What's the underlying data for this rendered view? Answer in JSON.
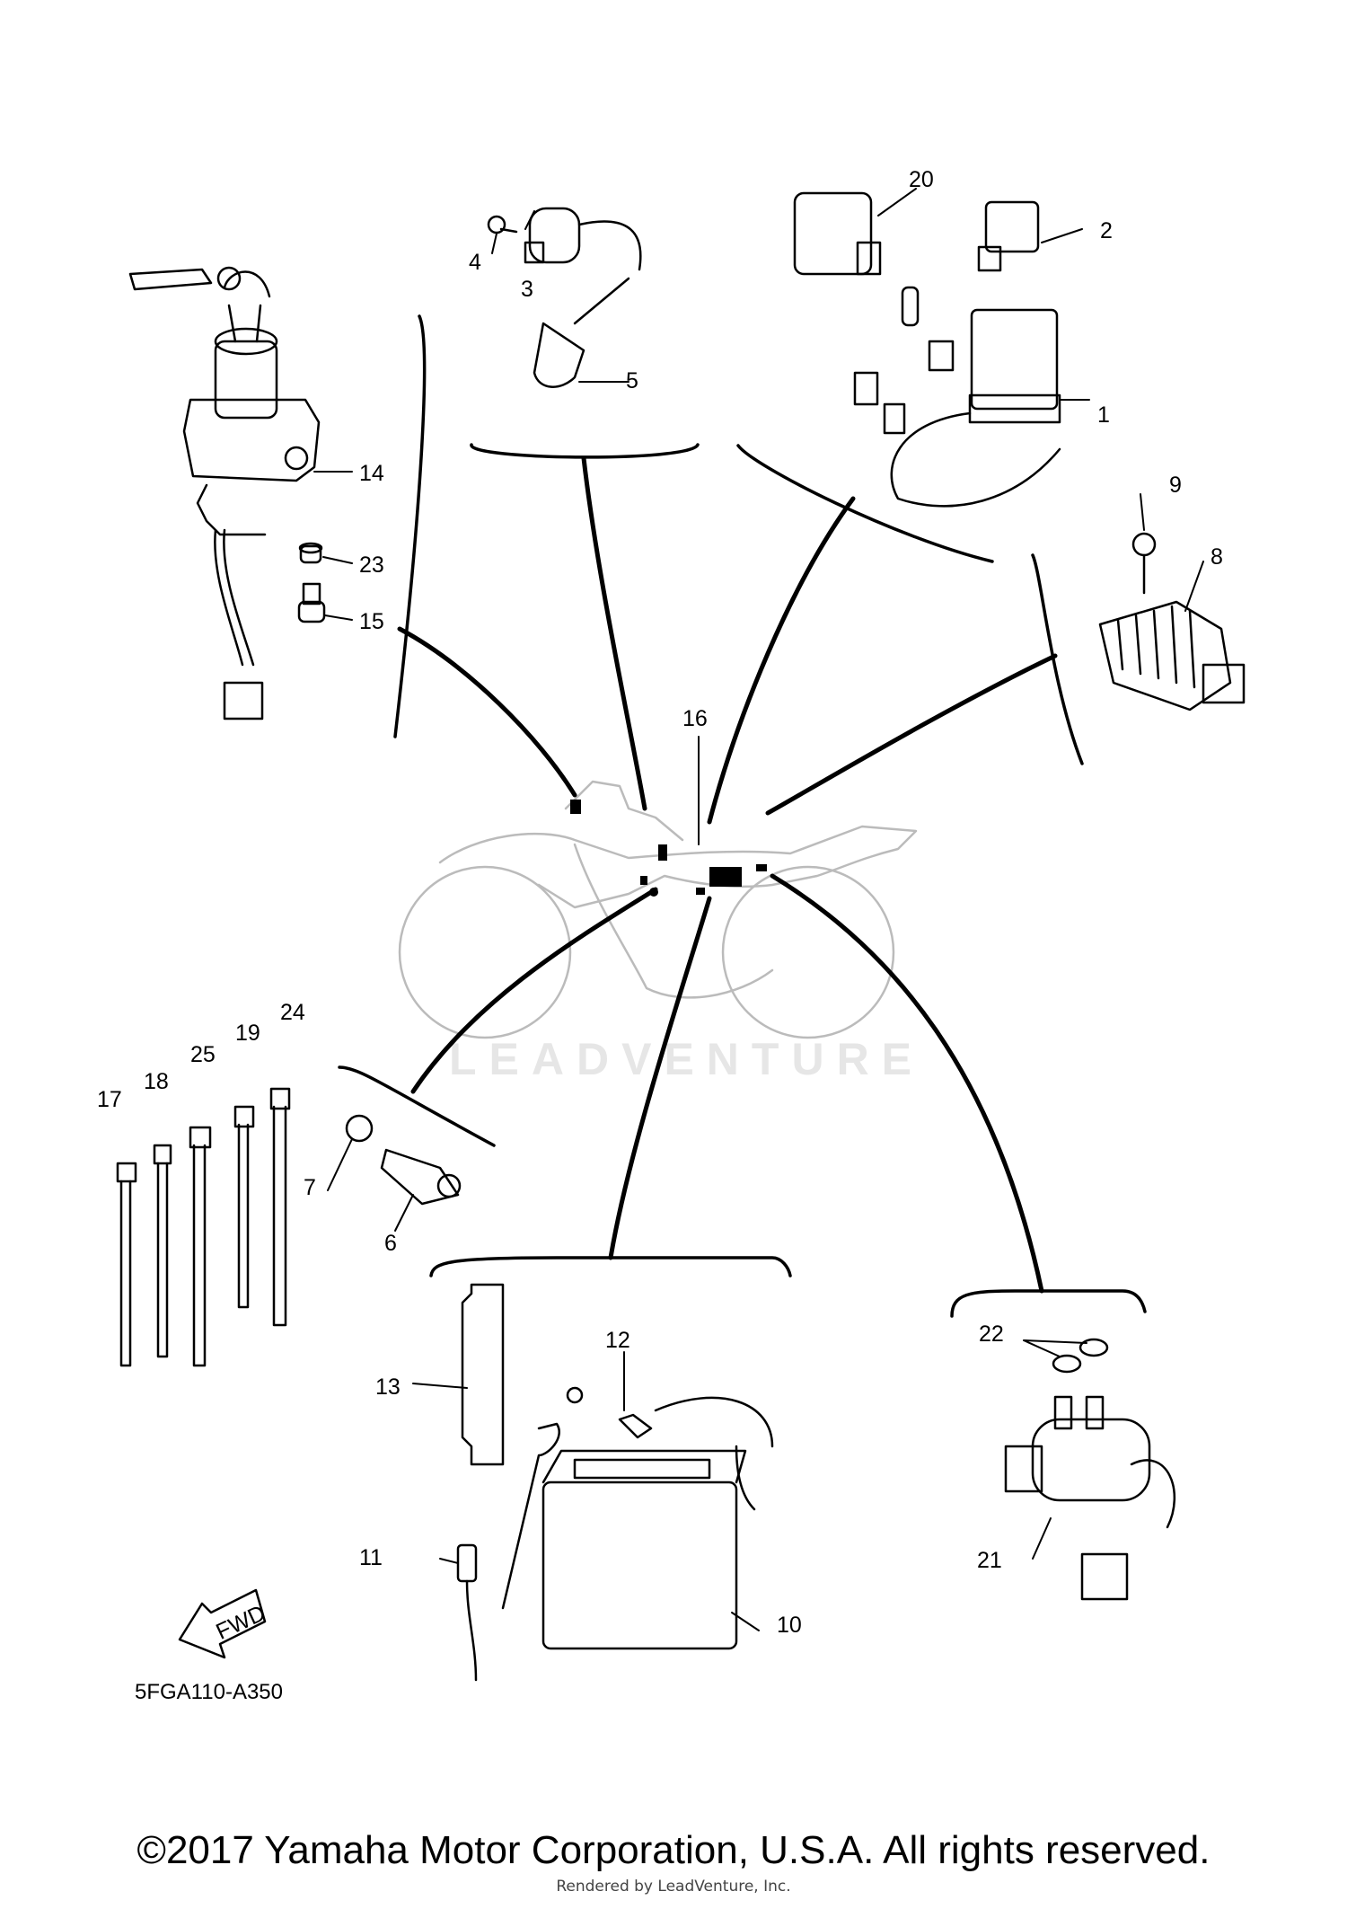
{
  "callouts": [
    {
      "id": "1",
      "text": "1"
    },
    {
      "id": "2",
      "text": "2"
    },
    {
      "id": "3",
      "text": "3"
    },
    {
      "id": "4",
      "text": "4"
    },
    {
      "id": "5",
      "text": "5"
    },
    {
      "id": "6",
      "text": "6"
    },
    {
      "id": "7",
      "text": "7"
    },
    {
      "id": "8",
      "text": "8"
    },
    {
      "id": "9",
      "text": "9"
    },
    {
      "id": "10",
      "text": "10"
    },
    {
      "id": "11",
      "text": "11"
    },
    {
      "id": "12",
      "text": "12"
    },
    {
      "id": "13",
      "text": "13"
    },
    {
      "id": "14",
      "text": "14"
    },
    {
      "id": "15",
      "text": "15"
    },
    {
      "id": "16",
      "text": "16"
    },
    {
      "id": "17",
      "text": "17"
    },
    {
      "id": "18",
      "text": "18"
    },
    {
      "id": "19",
      "text": "19"
    },
    {
      "id": "20",
      "text": "20"
    },
    {
      "id": "21",
      "text": "21"
    },
    {
      "id": "22",
      "text": "22"
    },
    {
      "id": "23",
      "text": "23"
    },
    {
      "id": "24",
      "text": "24"
    },
    {
      "id": "25",
      "text": "25"
    }
  ],
  "fwd_label": "FWD",
  "diagram_code": "5FGA110-A350",
  "watermark": "LEADVENTURE",
  "copyright": "©2017 Yamaha Motor Corporation, U.S.A. All rights reserved.",
  "rendered_by": "Rendered by LeadVenture, Inc.",
  "colors": {
    "line": "#000000",
    "background": "#ffffff",
    "watermark": "#e6e6e6"
  }
}
